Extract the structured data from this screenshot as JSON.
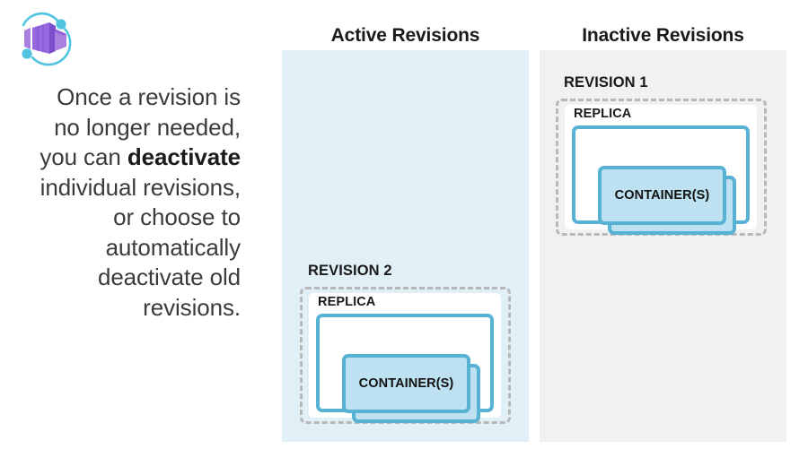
{
  "logo": {
    "name": "azure-container-apps-logo",
    "colors": {
      "box_light": "#A97FE0",
      "box_mid": "#8F62D6",
      "box_dark": "#7B4FCC",
      "orbit": "#50C3E0"
    }
  },
  "description": {
    "line1": "Once a revision is",
    "line2": "no longer needed,",
    "line3_prefix": "you can ",
    "line3_bold": "deactivate",
    "line4": "individual revisions,",
    "line5": "or choose to",
    "line6": "automatically",
    "line7": "deactivate old",
    "line8": "revisions."
  },
  "panels": [
    {
      "id": "active",
      "heading": "Active Revisions",
      "background": "#E1F0F7",
      "revisions": [
        {
          "label": "REVISION 2",
          "replica_label": "REPLICA",
          "container_label": "CONTAINER(S)"
        }
      ]
    },
    {
      "id": "inactive",
      "heading": "Inactive Revisions",
      "background": "#F1F1F1",
      "revisions": [
        {
          "label": "REVISION 1",
          "replica_label": "REPLICA",
          "container_label": "CONTAINER(S)"
        }
      ]
    }
  ],
  "colors": {
    "container_border": "#58B2D4",
    "container_fill": "#BDE1F0",
    "revision_dashed_border": "#B8B8B8",
    "text_primary": "#1A1A1A",
    "text_body": "#3B3B3B"
  }
}
